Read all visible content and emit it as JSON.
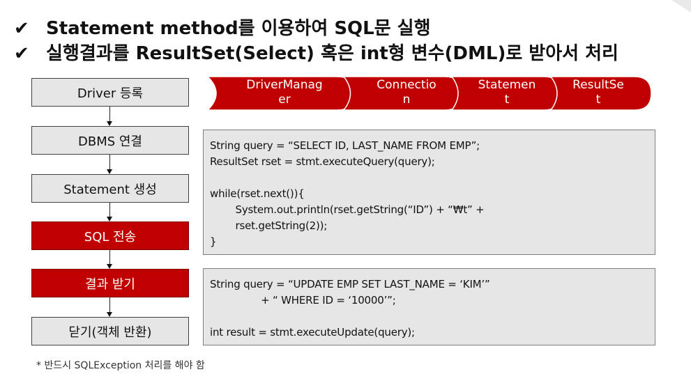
{
  "title": {
    "check_icon": "✔",
    "line1": "Statement method를 이용하여 SQL문 실행",
    "line2": "실행결과를 ResultSet(Select) 혹은 int형 변수(DML)로 받아서 처리"
  },
  "steps": [
    {
      "label": "Driver 등록",
      "active": false
    },
    {
      "label": "DBMS 연결",
      "active": false
    },
    {
      "label": "Statement 생성",
      "active": false
    },
    {
      "label": "SQL 전송",
      "active": true
    },
    {
      "label": "결과 받기",
      "active": true
    },
    {
      "label": "닫기(객체 반환)",
      "active": false
    }
  ],
  "chain": [
    {
      "line1": "DriverManag",
      "line2": "er"
    },
    {
      "line1": "Connectio",
      "line2": "n"
    },
    {
      "line1": "Statemen",
      "line2": "t"
    },
    {
      "line1": "ResultSe",
      "line2": "t"
    }
  ],
  "code_select": "String query = “SELECT ID, LAST_NAME FROM EMP”;\nResultSet rset = stmt.executeQuery(query);\n\nwhile(rset.next()){\n        System.out.println(rset.getString(“ID”) + “₩t” +\n        rset.getString(2));\n}",
  "code_update": "String query = “UPDATE EMP SET LAST_NAME = ‘KIM’”\n                + “ WHERE ID = ‘10000’”;\n\nint result = stmt.executeUpdate(query);",
  "note": "* 반드시 SQLException 처리를 해야 함",
  "colors": {
    "accent": "#c00000",
    "box_gray": "#e6e6e6",
    "border": "#404040"
  }
}
